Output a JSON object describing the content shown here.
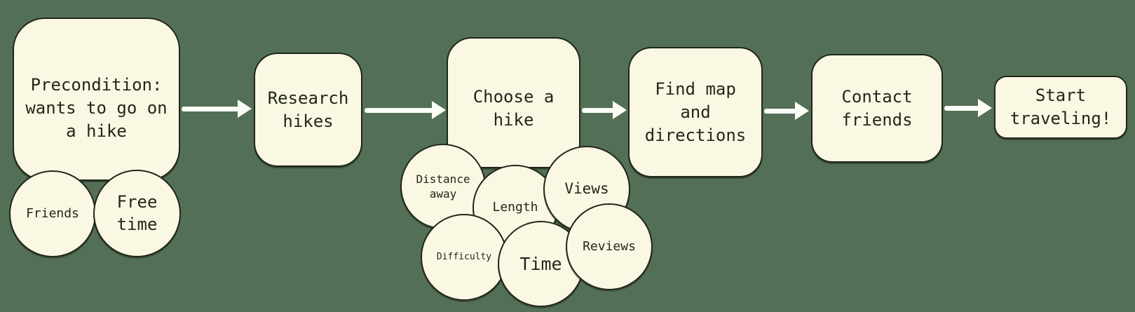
{
  "diagram": {
    "type": "flowchart",
    "theme": {
      "background_color": "#537056",
      "node_fill_color": "#FAF7E3",
      "node_border_color": "#20261A",
      "text_color": "#22271C",
      "arrow_color": "#FBFDF6"
    },
    "nodes": {
      "precondition": {
        "lines": [
          "Precondition:",
          "wants to go on",
          "a hike"
        ]
      },
      "research": {
        "lines": [
          "Research",
          "hikes"
        ]
      },
      "choose": {
        "lines": [
          "Choose a",
          "hike"
        ]
      },
      "findmap": {
        "lines": [
          "Find map",
          "and",
          "directions"
        ]
      },
      "contact": {
        "lines": [
          "Contact",
          "friends"
        ]
      },
      "start": {
        "lines": [
          "Start",
          "traveling!"
        ]
      }
    },
    "bubbles": {
      "friends": {
        "lines": [
          "Friends"
        ]
      },
      "free_time": {
        "lines": [
          "Free",
          "time"
        ]
      },
      "distance": {
        "lines": [
          "Distance",
          "away"
        ]
      },
      "length": {
        "lines": [
          "Length"
        ]
      },
      "views": {
        "lines": [
          "Views"
        ]
      },
      "difficulty": {
        "lines": [
          "Difficulty"
        ]
      },
      "time": {
        "lines": [
          "Time"
        ]
      },
      "reviews": {
        "lines": [
          "Reviews"
        ]
      }
    },
    "edges": [
      {
        "from": "precondition",
        "to": "research"
      },
      {
        "from": "research",
        "to": "choose"
      },
      {
        "from": "choose",
        "to": "findmap"
      },
      {
        "from": "findmap",
        "to": "contact"
      },
      {
        "from": "contact",
        "to": "start"
      }
    ],
    "bubble_attachments": {
      "precondition": [
        "friends",
        "free_time"
      ],
      "choose": [
        "distance",
        "length",
        "views",
        "difficulty",
        "time",
        "reviews"
      ]
    }
  }
}
